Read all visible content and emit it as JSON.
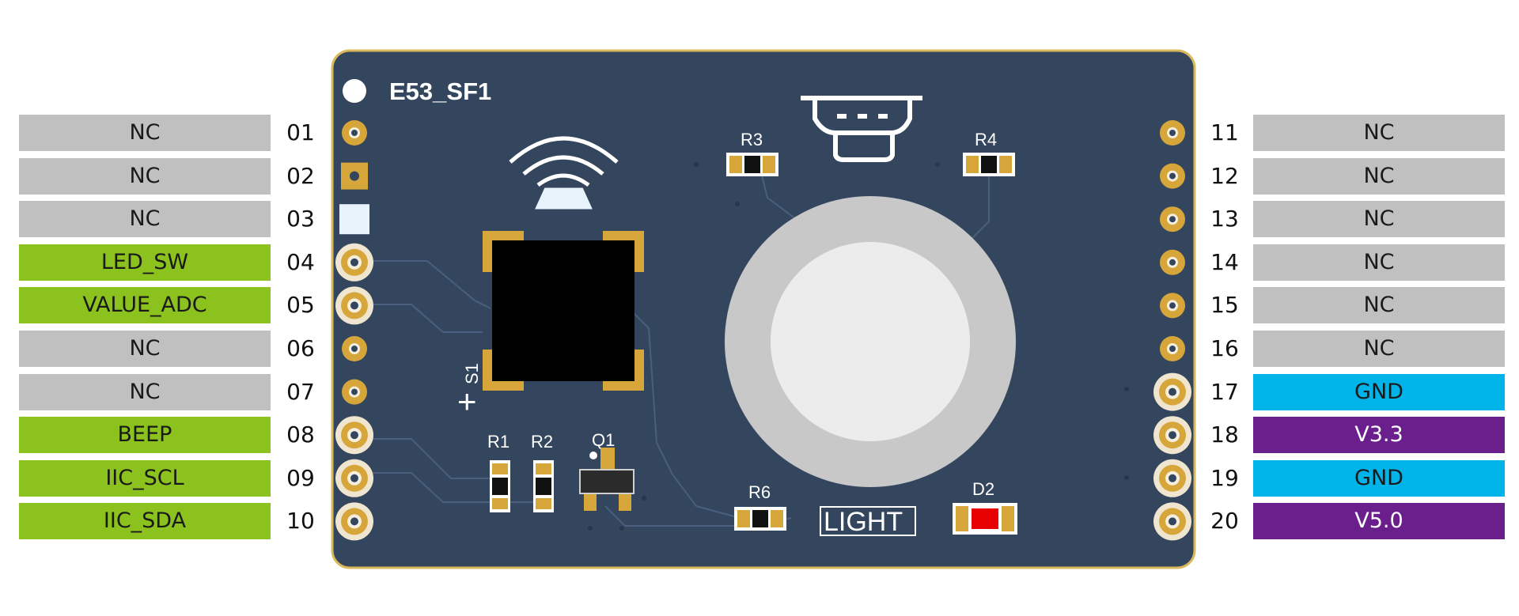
{
  "board": {
    "name": "E53_SF1",
    "silkscreen": {
      "r1": "R1",
      "r2": "R2",
      "r3": "R3",
      "r4": "R4",
      "r6": "R6",
      "q1": "Q1",
      "s1": "S1",
      "d2": "D2",
      "light": "LIGHT",
      "plus": "+"
    }
  },
  "colors": {
    "nc": "#c0c0c0",
    "signal": "#8cc21e",
    "gnd": "#00b4ea",
    "power": "#6a1f8c",
    "board": "#34465e",
    "board_edge": "#d9b95a",
    "pad_gold": "#d6a63a",
    "led_red": "#e60000"
  },
  "pins_left": [
    {
      "num": "01",
      "label": "NC",
      "color_key": "nc"
    },
    {
      "num": "02",
      "label": "NC",
      "color_key": "nc"
    },
    {
      "num": "03",
      "label": "NC",
      "color_key": "nc"
    },
    {
      "num": "04",
      "label": "LED_SW",
      "color_key": "signal"
    },
    {
      "num": "05",
      "label": "VALUE_ADC",
      "color_key": "signal"
    },
    {
      "num": "06",
      "label": "NC",
      "color_key": "nc"
    },
    {
      "num": "07",
      "label": "NC",
      "color_key": "nc"
    },
    {
      "num": "08",
      "label": "BEEP",
      "color_key": "signal"
    },
    {
      "num": "09",
      "label": "IIC_SCL",
      "color_key": "signal"
    },
    {
      "num": "10",
      "label": "IIC_SDA",
      "color_key": "signal"
    }
  ],
  "pins_right": [
    {
      "num": "11",
      "label": "NC",
      "color_key": "nc"
    },
    {
      "num": "12",
      "label": "NC",
      "color_key": "nc"
    },
    {
      "num": "13",
      "label": "NC",
      "color_key": "nc"
    },
    {
      "num": "14",
      "label": "NC",
      "color_key": "nc"
    },
    {
      "num": "15",
      "label": "NC",
      "color_key": "nc"
    },
    {
      "num": "16",
      "label": "NC",
      "color_key": "nc"
    },
    {
      "num": "17",
      "label": "GND",
      "color_key": "gnd"
    },
    {
      "num": "18",
      "label": "V3.3",
      "color_key": "power"
    },
    {
      "num": "19",
      "label": "GND",
      "color_key": "gnd"
    },
    {
      "num": "20",
      "label": "V5.0",
      "color_key": "power"
    }
  ]
}
